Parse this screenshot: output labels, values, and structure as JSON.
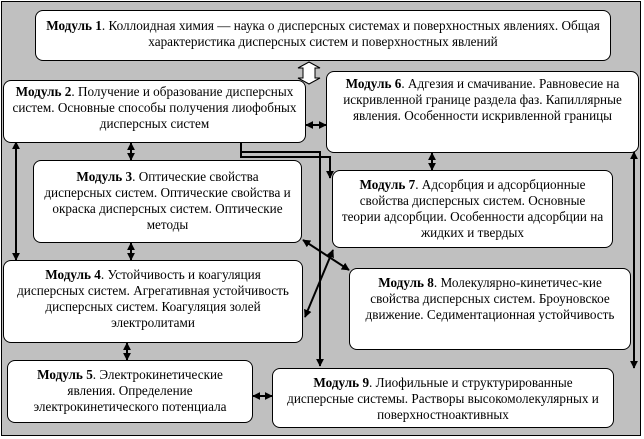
{
  "colors": {
    "background": "#c0c0c0",
    "box": "#ffffff",
    "border": "#000000"
  },
  "modules": [
    {
      "id": "m1",
      "label": "Модуль 1",
      "text": ". Коллоидная химия — наука о дисперсных системах и поверхностных явлениях. Общая характеристика дисперсных систем и поверхностных явлений"
    },
    {
      "id": "m2",
      "label": "Модуль 2",
      "text": ". Получение и образование дисперсных систем. Основные способы получения лиофобных дисперсных систем"
    },
    {
      "id": "m3",
      "label": "Модуль 3",
      "text": ". Оптические свойства дисперсных систем. Оптические свойства и окраска дисперсных систем. Оптические методы"
    },
    {
      "id": "m4",
      "label": "Модуль 4",
      "text": ". Устойчивость и коагуляция дисперсных систем. Агрегативная устойчивость дисперсных систем. Коагуляция золей электролитами"
    },
    {
      "id": "m5",
      "label": "Модуль 5",
      "text": ". Электрокинетические явления. Определение электрокинетического потенциала"
    },
    {
      "id": "m6",
      "label": "Модуль 6",
      "text": ". Адгезия и смачивание. Равновесие на искривленной границе раздела фаз. Капиллярные явления. Особенности искривленной границы"
    },
    {
      "id": "m7",
      "label": "Модуль 7",
      "text": ". Адсорбция и адсорбционные свойства дисперсных систем. Основные теории адсорбции. Особенности адсорбции на жидких и твердых"
    },
    {
      "id": "m8",
      "label": "Модуль 8",
      "text": ". Молекулярно-кинетичес-кие свойства дисперсных систем. Броуновское движение. Седиментационная устойчивость"
    },
    {
      "id": "m9",
      "label": "Модуль 9",
      "text": ". Лиофильные и структурированные дисперсные системы. Растворы высокомолекулярных и поверхностноактивных"
    }
  ]
}
